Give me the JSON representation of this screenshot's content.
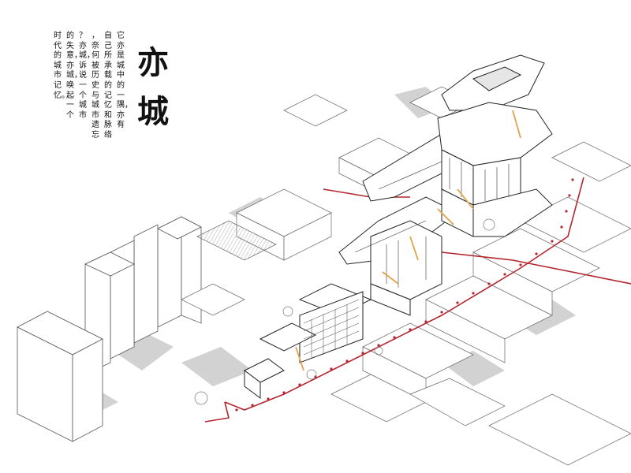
{
  "title": [
    "亦",
    "城"
  ],
  "poem_columns": [
    "它亦是城中的一隅，亦有",
    "自己所承载的记忆和脉络",
    "，奈何被历史与城市遗忘",
    "？亦城，诉说一个城市",
    "的失意，亦城，唤起一个",
    "时代的城市记忆。"
  ],
  "colors": {
    "path_red": "#b3262e",
    "accent_orange": "#e3a24a",
    "shadow_grey": "#cfcfcf",
    "line_black": "#222222"
  }
}
